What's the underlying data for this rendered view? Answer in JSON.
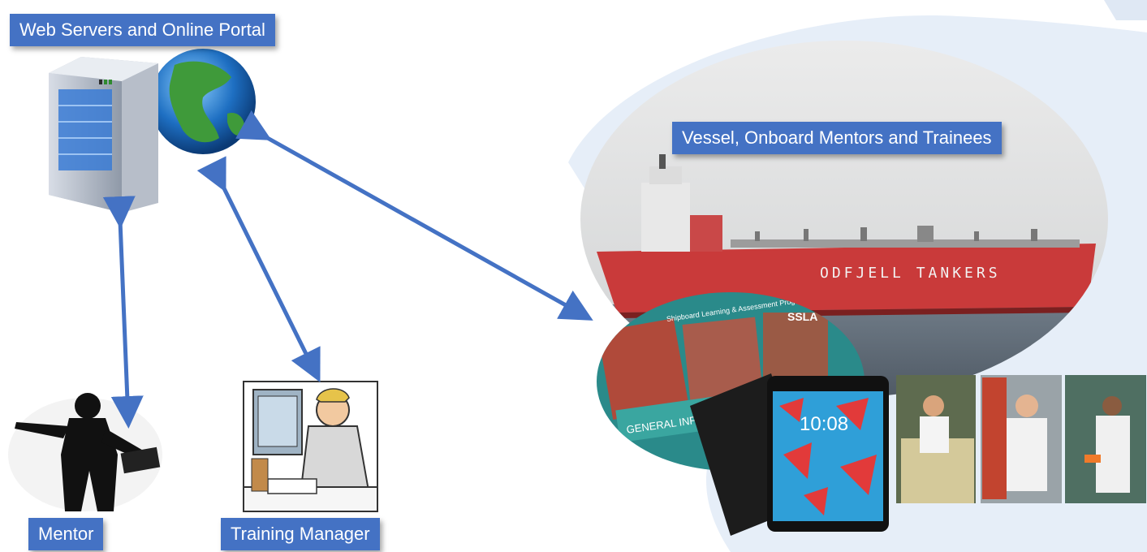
{
  "labels": {
    "web_servers": "Web Servers and Online Portal",
    "vessel": "Vessel, Onboard Mentors and Trainees",
    "mentor": "Mentor",
    "training_manager": "Training Manager"
  },
  "ship_text": "ODFJELL TANKERS",
  "booklet_texts": {
    "title": "Shipboard Learning & Assessment Programme",
    "general": "GENERAL INFORMATION",
    "ssla": "SSLA"
  },
  "tablet_time": "10:08",
  "colors": {
    "label_bg": "#4472c4",
    "arrow": "#4472c4",
    "ship_hull": "#c93a3a",
    "sea": "#5f6b78",
    "bg_shape": "#e6eef8"
  },
  "icons": [
    "server-icon",
    "globe-icon",
    "mentor-silhouette-icon",
    "training-manager-figure-icon",
    "tablet-icon"
  ]
}
